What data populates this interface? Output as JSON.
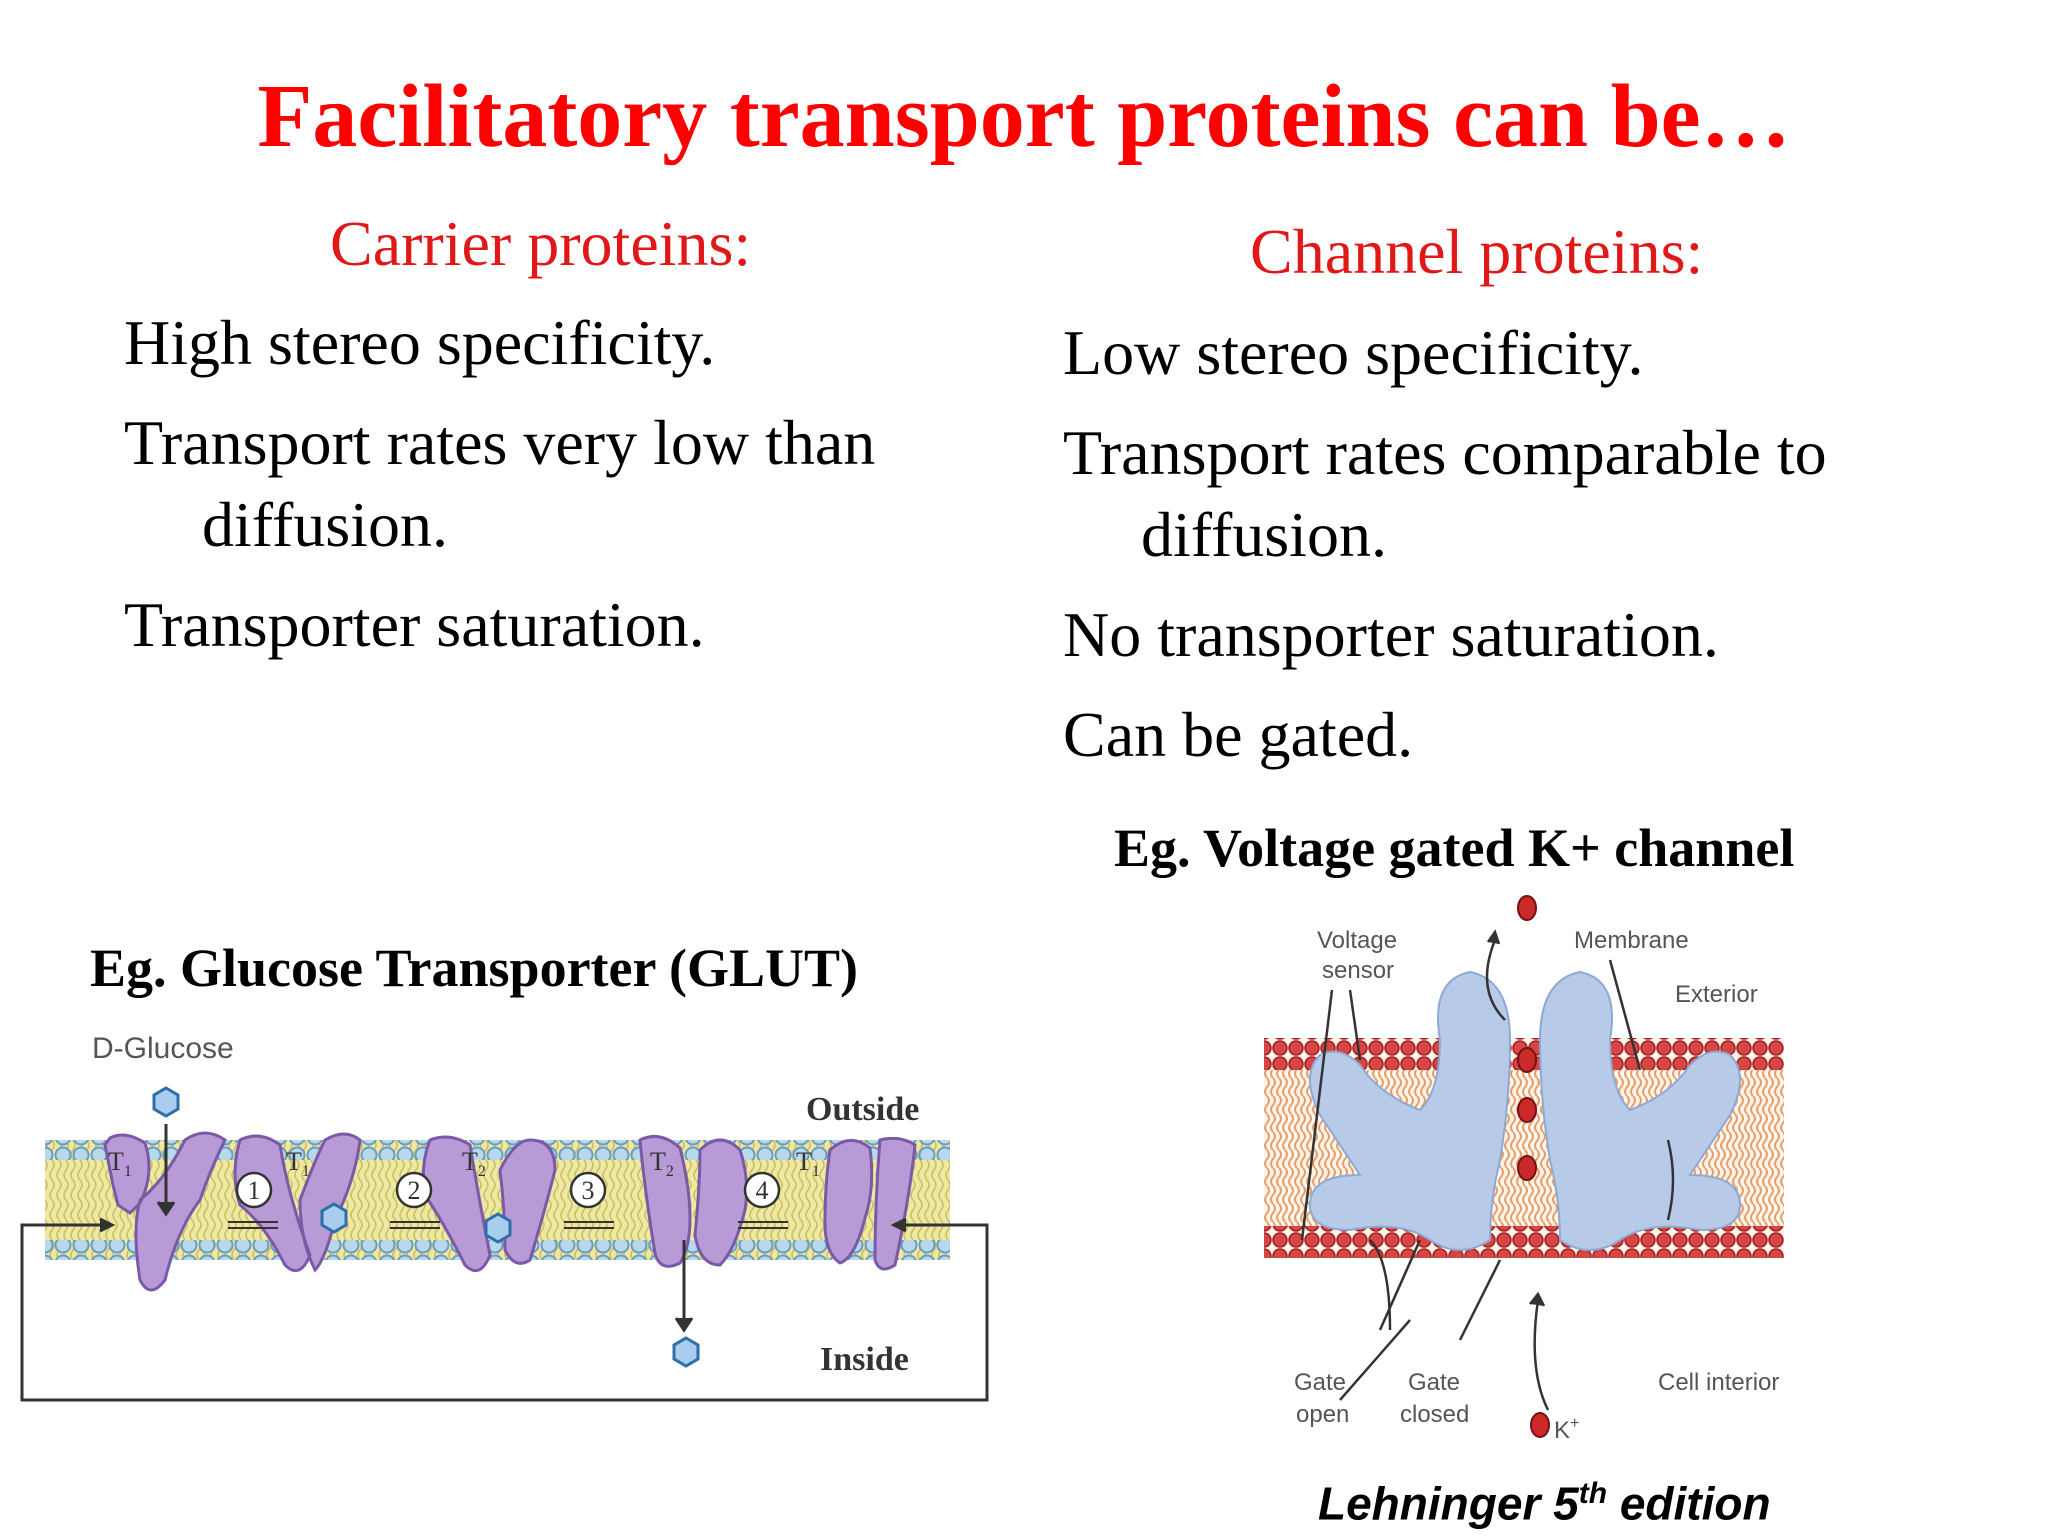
{
  "title": "Facilitatory transport proteins can be…",
  "carrier": {
    "heading": "Carrier proteins:",
    "points": [
      {
        "line1": "High stereo specificity.",
        "line2": ""
      },
      {
        "line1": "Transport rates very low than",
        "line2": "diffusion."
      },
      {
        "line1": "Transporter saturation.",
        "line2": ""
      }
    ],
    "example": "Eg. Glucose Transporter (GLUT)",
    "figure": {
      "glucose": "D-Glucose",
      "outside": "Outside",
      "inside": "Inside",
      "t1": "T",
      "t1_sub": "1",
      "t2": "T",
      "t2_sub": "2",
      "steps": [
        "1",
        "2",
        "3",
        "4"
      ]
    }
  },
  "channel": {
    "heading": "Channel proteins:",
    "points": [
      {
        "line1": "Low stereo specificity.",
        "line2": ""
      },
      {
        "line1": "Transport rates comparable to",
        "line2": "diffusion."
      },
      {
        "line1": "No transporter saturation.",
        "line2": ""
      },
      {
        "line1": "Can be gated.",
        "line2": ""
      }
    ],
    "example": "Eg. Voltage gated K+ channel",
    "figure": {
      "voltage_sensor_1": "Voltage",
      "voltage_sensor_2": "sensor",
      "membrane": "Membrane",
      "exterior": "Exterior",
      "gate_open_1": "Gate",
      "gate_open_2": "open",
      "gate_closed_1": "Gate",
      "gate_closed_2": "closed",
      "cell_interior": "Cell interior",
      "k_ion": "K",
      "k_sup": "+"
    }
  },
  "credit": {
    "text": "Lehninger 5",
    "sup": "th",
    "suffix": " edition"
  },
  "colors": {
    "title": "#ff0000",
    "subheading": "#e01818",
    "lipid_head": "#a8cde8",
    "lipid_tail": "#efe8a0",
    "transporter": "#b89ad6",
    "channel_protein": "#b7cbe8",
    "k_ion": "#cc2a2a"
  }
}
